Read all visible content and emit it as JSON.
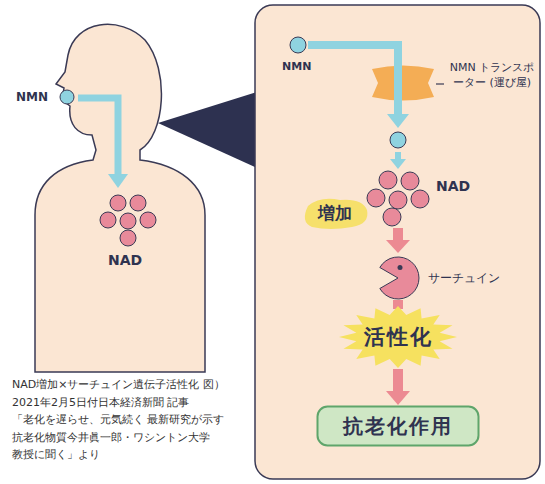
{
  "diagram": {
    "caption": "NAD増加×サーチュイン遺伝子活性化 図）2021年2月5日付日本経済新聞 記事 「老化を遅らせ、元気続く 最新研究が示す 抗老化物質今井眞一郎・ワシントン大学 教授に聞く」より",
    "nodes": [
      {
        "text": [
          "NMN トランスポーター (運び屋)"
        ]
      },
      {
        "text": [
          "増加"
        ]
      },
      {
        "text": [
          "サーチュイン"
        ]
      },
      {
        "text": [
          "活性化"
        ]
      },
      {
        "text": [
          "抗老化作用"
        ]
      }
    ],
    "edges": [
      {
        "from": 2,
        "to": 3,
        "arrow": "none"
      },
      {
        "from": 3,
        "to": 4,
        "arrow": "to"
      }
    ],
    "labels": [
      "NMN",
      "NAD",
      "NMN",
      "NAD"
    ]
  }
}
